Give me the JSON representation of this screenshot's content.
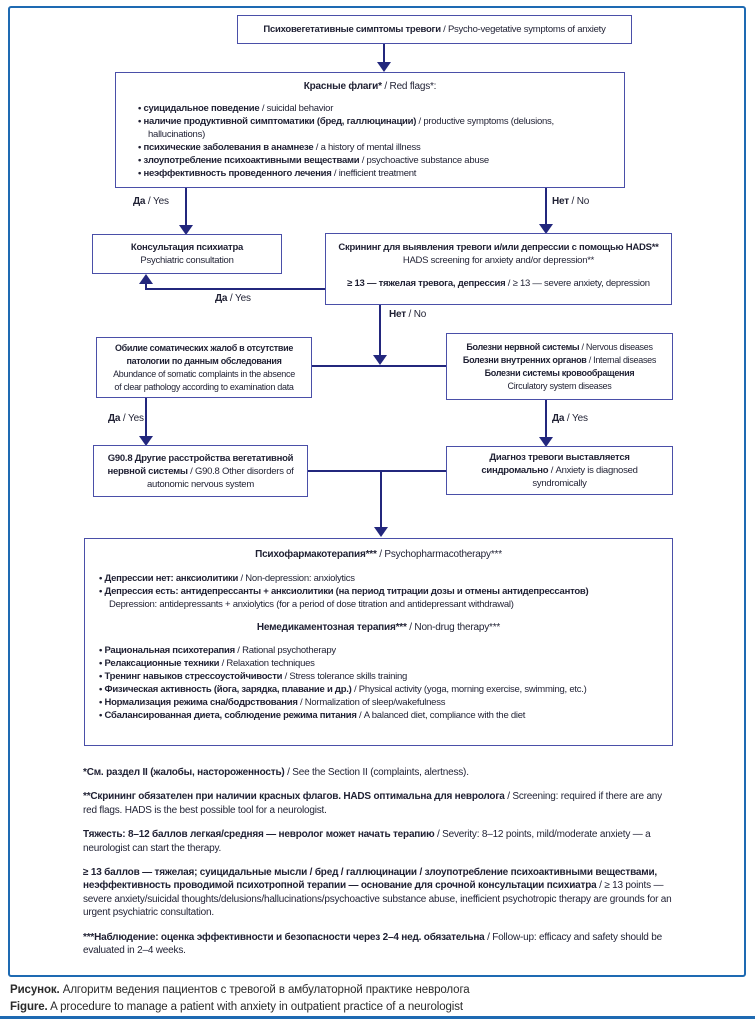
{
  "accent_colors": {
    "frame_blue": "#1e6ab2",
    "box_border": "#4a4fa8",
    "arrow_navy": "#23277d"
  },
  "labels": {
    "yes": {
      "ru": "Да",
      "en": " / Yes"
    },
    "no": {
      "ru": "Нет",
      "en": " / No"
    }
  },
  "nodes": {
    "symptoms": {
      "ru": "Психовегетативные симптомы тревоги",
      "en": " / Psycho-vegetative symptoms of anxiety"
    },
    "red_flags": {
      "title_ru": "Красные флаги*",
      "title_en": " / Red flags*:",
      "items": [
        {
          "ru": "суицидальное поведение",
          "en": " / suicidal behavior"
        },
        {
          "ru": "наличие продуктивной симптоматики (бред, галлюцинации)",
          "en": " / productive symptoms (delusions, hallucinations)"
        },
        {
          "ru": "психические заболевания в анамнезе",
          "en": " / a history of mental illness"
        },
        {
          "ru": "злоупотребление психоактивными веществами",
          "en": " / psychoactive substance abuse"
        },
        {
          "ru": "неэффективность проведенного лечения",
          "en": " / inefficient treatment"
        }
      ]
    },
    "consultation": {
      "ru": "Консультация психиатра",
      "en": "Psychiatric consultation"
    },
    "hads": {
      "ru": "Скрининг для выявления тревоги и/или депрессии с помощью HADS**",
      "en": "HADS screening for anxiety and/or depression**",
      "score_ru": "≥ 13 — тяжелая тревога, депрессия",
      "score_en": " / ≥ 13 — severe anxiety, depression"
    },
    "somatic": {
      "ru1": "Обилие соматических жалоб в отсутствие",
      "ru2": "патологии по данным обследования",
      "en1": "Abundance of somatic complaints in the absence",
      "en2": "of clear pathology according to examination data"
    },
    "diseases": {
      "lines": [
        {
          "ru": "Болезни нервной системы",
          "en": " / Nervous diseases"
        },
        {
          "ru": "Болезни внутренних органов",
          "en": " / Internal diseases"
        },
        {
          "ru": "Болезни системы кровообращения",
          "en": ""
        },
        {
          "ru": "",
          "en": "Circulatory system diseases"
        }
      ]
    },
    "g908": {
      "ru": "G90.8 Другие расстройства вегетативной нервной системы",
      "en": " / G90.8 Other disorders of autonomic nervous system"
    },
    "diagnosis": {
      "ru": "Диагноз тревоги выставляется синдромально",
      "en": " / Anxiety is diagnosed syndromically"
    },
    "therapy": {
      "pharma_title_ru": "Психофармакотерапия***",
      "pharma_title_en": " / Psychopharmacotherapy***",
      "pharma_items": [
        {
          "ru": "Депрессии нет: анксиолитики",
          "en": " / Non-depression: anxiolytics"
        },
        {
          "ru": "Депрессия есть: антидепрессанты + анксиолитики (на период титрации дозы и отмены антидепрессантов)",
          "en": ""
        }
      ],
      "pharma_cont": "Depression: antidepressants + anxiolytics (for a period of dose titration and antidepressant withdrawal)",
      "nondrug_title_ru": "Немедикаментозная терапия***",
      "nondrug_title_en": " / Non-drug therapy***",
      "nondrug_items": [
        {
          "ru": "Рациональная психотерапия",
          "en": " / Rational psychotherapy"
        },
        {
          "ru": "Релаксационные техники",
          "en": " / Relaxation techniques"
        },
        {
          "ru": "Тренинг навыков стрессоустойчивости",
          "en": " / Stress tolerance skills training"
        },
        {
          "ru": "Физическая активность (йога, зарядка, плавание и др.)",
          "en": " / Physical activity (yoga, morning exercise, swimming, etc.)"
        },
        {
          "ru": "Нормализация режима сна/бодрствования",
          "en": " / Normalization of sleep/wakefulness"
        },
        {
          "ru": "Сбалансированная диета, соблюдение режима питания",
          "en": " / A balanced diet, compliance with the diet"
        }
      ]
    }
  },
  "footnotes": [
    {
      "ru": "*См. раздел II (жалобы, настороженность)",
      "en": " / See the Section II (complaints, alertness)."
    },
    {
      "ru": "**Скрининг обязателен при наличии красных флагов. HADS оптимальна для невролога",
      "en": " / Screening: required if there are any red flags. HADS is the best possible tool for a neurologist."
    },
    {
      "ru": "Тяжесть: 8–12 баллов легкая/средняя — невролог может начать терапию",
      "en": " / Severity: 8–12 points, mild/moderate anxiety — a neurologist can start the therapy."
    },
    {
      "ru": "≥ 13 баллов — тяжелая; суицидальные мысли / бред / галлюцинации / злоупотребление психоактивными веществами, неэффективность проводимой психотропной терапии — основание для срочной консультации психиатра",
      "en": " / ≥ 13 points — severe anxiety/suicidal thoughts/delusions/hallucinations/psychoactive substance abuse, inefficient psychotropic therapy are grounds for an urgent psychiatric consultation."
    },
    {
      "ru": "***Наблюдение: оценка эффективности и безопасности через 2–4 нед. обязательна",
      "en": " / Follow-up: efficacy and safety should be evaluated in 2–4 weeks."
    }
  ],
  "caption": {
    "ru_label": "Рисунок.",
    "ru_text": " Алгоритм ведения пациентов с тревогой в амбулаторной практике невролога",
    "en_label": "Figure.",
    "en_text": " A procedure to manage a patient with anxiety in outpatient practice of a neurologist"
  }
}
